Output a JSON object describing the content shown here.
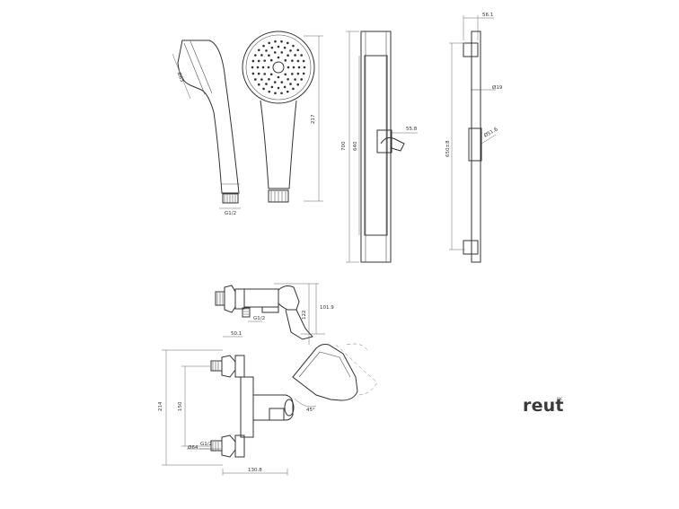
{
  "dimensions": {
    "handshower_angle": "Ø85",
    "handshower_length": "217",
    "handshower_thread": "G1/2",
    "rail_height": "700",
    "rail_holder_span": "640",
    "rail_slider_depth": "55.8",
    "rail_top_width": "56.1",
    "rail_diameter": "Ø19",
    "rail_holder_diameter": "Ø51.6",
    "rail_mount_range": "650±8",
    "mixer_side_height": "101.9",
    "mixer_side_total": "122",
    "mixer_side_depth": "50.1",
    "mixer_side_thread": "G1/2",
    "mixer_front_height": "214",
    "mixer_front_spacing": "150",
    "mixer_front_flange": "Ø64",
    "mixer_front_thread": "G1/2",
    "mixer_front_width": "130.8",
    "mixer_lever_angle": "45°"
  },
  "brand": {
    "name": "reut",
    "superscript": "BK"
  }
}
